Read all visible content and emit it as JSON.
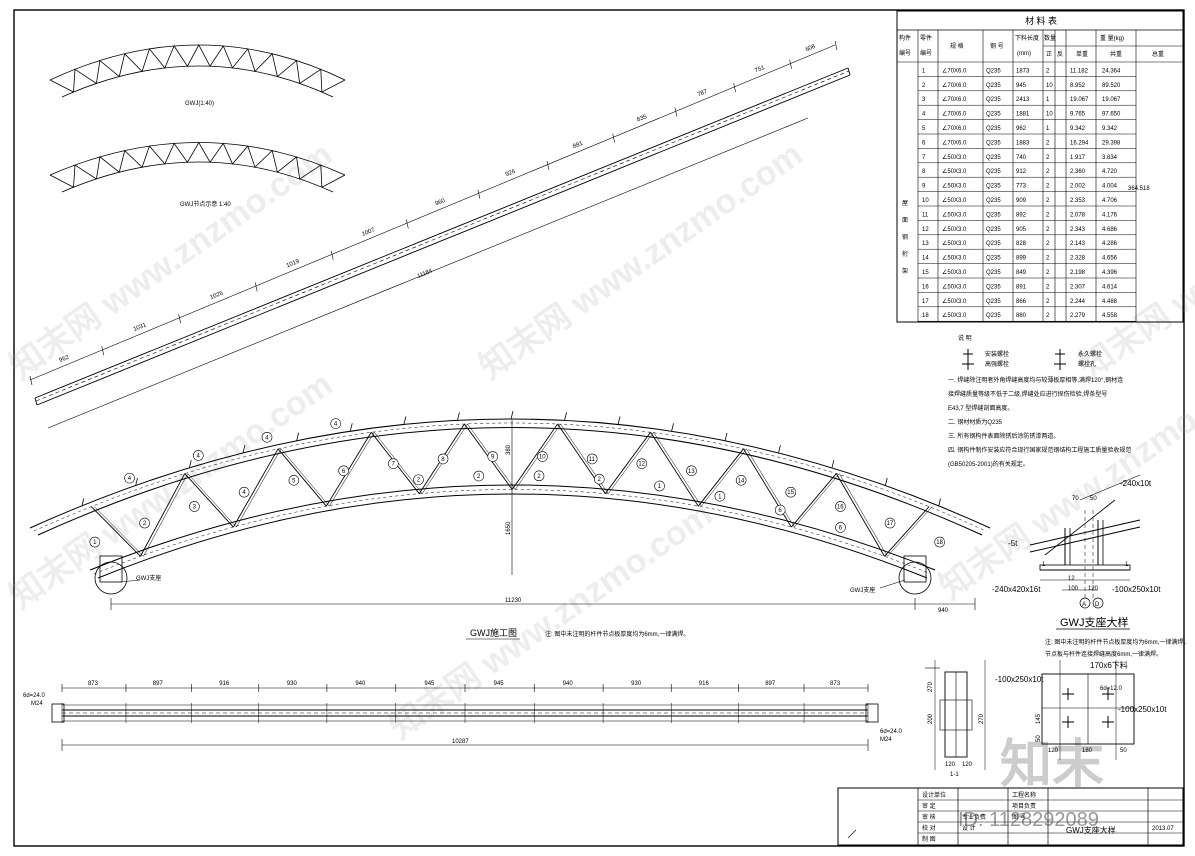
{
  "material_table": {
    "title": "材 料 表",
    "header": {
      "group": "构件",
      "group2": "编号",
      "part": "零件",
      "part2": "编号",
      "spec": "规 格",
      "grade": "钢 号",
      "length": "下料长度",
      "length_unit": "(mm)",
      "count": "数量",
      "weight": "重 量(kg)",
      "unit_w": "单重",
      "total_w": "共重",
      "sum_w": "总重",
      "sub_a": "正",
      "sub_b": "反"
    },
    "group_label": [
      "屋",
      "面",
      "钢",
      "桁",
      "架"
    ],
    "total": "364.518",
    "rows": [
      {
        "no": "1",
        "spec": "∠70X6.0",
        "grade": "Q235",
        "len": "1873",
        "qty": "2",
        "unit": "11.182",
        "sum": "24.364"
      },
      {
        "no": "2",
        "spec": "∠70X6.0",
        "grade": "Q235",
        "len": "945",
        "qty": "10",
        "unit": "8.952",
        "sum": "89.520"
      },
      {
        "no": "3",
        "spec": "∠70X6.0",
        "grade": "Q235",
        "len": "2413",
        "qty": "1",
        "unit": "19.067",
        "sum": "19.067"
      },
      {
        "no": "4",
        "spec": "∠70X6.0",
        "grade": "Q235",
        "len": "1881",
        "qty": "10",
        "unit": "9.765",
        "sum": "97.650"
      },
      {
        "no": "5",
        "spec": "∠70X6.0",
        "grade": "Q235",
        "len": "962",
        "qty": "1",
        "unit": "9.342",
        "sum": "9.342"
      },
      {
        "no": "6",
        "spec": "∠70X6.0",
        "grade": "Q235",
        "len": "1883",
        "qty": "2",
        "unit": "16.294",
        "sum": "29.398"
      },
      {
        "no": "7",
        "spec": "∠50X3.0",
        "grade": "Q235",
        "len": "740",
        "qty": "2",
        "unit": "1.917",
        "sum": "3.834"
      },
      {
        "no": "8",
        "spec": "∠50X3.0",
        "grade": "Q235",
        "len": "912",
        "qty": "2",
        "unit": "2.360",
        "sum": "4.720"
      },
      {
        "no": "9",
        "spec": "∠50X3.0",
        "grade": "Q235",
        "len": "773",
        "qty": "2",
        "unit": "2.002",
        "sum": "4.004"
      },
      {
        "no": "10",
        "spec": "∠50X3.0",
        "grade": "Q235",
        "len": "909",
        "qty": "2",
        "unit": "2.353",
        "sum": "4.706"
      },
      {
        "no": "11",
        "spec": "∠50X3.0",
        "grade": "Q235",
        "len": "892",
        "qty": "2",
        "unit": "2.078",
        "sum": "4.176"
      },
      {
        "no": "12",
        "spec": "∠50X3.0",
        "grade": "Q235",
        "len": "905",
        "qty": "2",
        "unit": "2.343",
        "sum": "4.686"
      },
      {
        "no": "13",
        "spec": "∠50X3.0",
        "grade": "Q235",
        "len": "828",
        "qty": "2",
        "unit": "2.143",
        "sum": "4.286"
      },
      {
        "no": "14",
        "spec": "∠50X3.0",
        "grade": "Q235",
        "len": "899",
        "qty": "2",
        "unit": "2.328",
        "sum": "4.656"
      },
      {
        "no": "15",
        "spec": "∠50X3.0",
        "grade": "Q235",
        "len": "849",
        "qty": "2",
        "unit": "2.198",
        "sum": "4.396"
      },
      {
        "no": "16",
        "spec": "∠50X3.0",
        "grade": "Q235",
        "len": "891",
        "qty": "2",
        "unit": "2.307",
        "sum": "4.614"
      },
      {
        "no": "17",
        "spec": "∠50X3.0",
        "grade": "Q235",
        "len": "866",
        "qty": "2",
        "unit": "2.244",
        "sum": "4.488"
      },
      {
        "no": "18",
        "spec": "∠50X3.0",
        "grade": "Q235",
        "len": "880",
        "qty": "2",
        "unit": "2.279",
        "sum": "4.558"
      }
    ]
  },
  "notes": {
    "head": "说 明",
    "legend": [
      "安装螺栓",
      "永久螺栓",
      "高强螺栓",
      "螺栓孔"
    ],
    "items": [
      "一. 焊缝除注明者外角焊缝高度均与较薄板厚相等,满焊120°,钢材连",
      "  接焊缝质量等级不低于二级,焊缝处应进行探伤检验,焊条型号",
      "  E43,7 型焊缝剖面高度。",
      "二. 钢材材质为Q235",
      "三. 所有钢构件表面除锈后涂防锈漆两道。",
      "四. 钢构件制作安装应符合现行国家规范钢结构工程施工质量验收规范",
      "  (GB50205-2001)的有关规定。"
    ]
  },
  "truss": {
    "title": "GWJ施工图",
    "note": "注: 图中未注明的杆件节点板厚度均为6mm,一律满焊。",
    "support_left": "GWJ支座",
    "support_right": "GWJ支座",
    "span": "11230",
    "right_dim": "940",
    "height": "1650",
    "rise": "380",
    "members": [
      "1",
      "2",
      "3",
      "4",
      "5",
      "6",
      "7",
      "8",
      "9",
      "10",
      "11",
      "12",
      "13",
      "14",
      "15",
      "16",
      "17",
      "18"
    ]
  },
  "chord_drawing": {
    "segments": [
      "962",
      "1031",
      "1026",
      "1019",
      "1007",
      "960",
      "926",
      "881",
      "835",
      "787",
      "751",
      "608"
    ],
    "total": "11184"
  },
  "plan_drawing": {
    "segments": [
      "873",
      "897",
      "916",
      "930",
      "940",
      "945",
      "945",
      "940",
      "930",
      "916",
      "897",
      "873"
    ],
    "total": "10287",
    "left_label": "6d=24.0",
    "left_label2": "M24",
    "right_label": "6d=24.0",
    "right_label2": "M24"
  },
  "top_sketch_1": {
    "caption": "GWJ(1:40)"
  },
  "top_sketch_2": {
    "caption": "GWJ节点示意 1:40"
  },
  "support_detail": {
    "title": "GWJ支座大样",
    "note1": "注: 图中未注明的杆件节点板厚度均为6mm,一律满焊。",
    "note2": "节点板与杆件连接焊缝高度6mm,一律满焊。",
    "plate_top": "-240x10t",
    "plate_base": "-240x420x16t",
    "plate_side": "-100x250x10t",
    "stiff": "-5t",
    "dim_a": "70",
    "dim_b": "50",
    "dim_c": "12",
    "dim_d": "100",
    "dim_e": "120",
    "axis_a": "A",
    "axis_d": "D",
    "sec_mark": "1"
  },
  "section_detail": {
    "label": "1-1",
    "plate": "-100x250x10t",
    "plate2": "-100x250x10t",
    "angle": "170x6下料",
    "bolt": "6d=12.0",
    "dims": [
      "270",
      "200",
      "270",
      "120",
      "120",
      "120",
      "180",
      "50",
      "145",
      "50"
    ]
  },
  "title_block": {
    "cells": [
      "设计单位",
      "工程名称",
      "审 定",
      "项目负责",
      "审 核",
      "专业负责",
      "校 对",
      "设 计",
      "制 图",
      "图 号"
    ],
    "drawing_name": "GWJ支座大样",
    "date": "2013.07",
    "watermark_id": "ID: 1128292089"
  },
  "watermark": {
    "text": "知末网 www.znzmo.com",
    "logo": "知末"
  }
}
